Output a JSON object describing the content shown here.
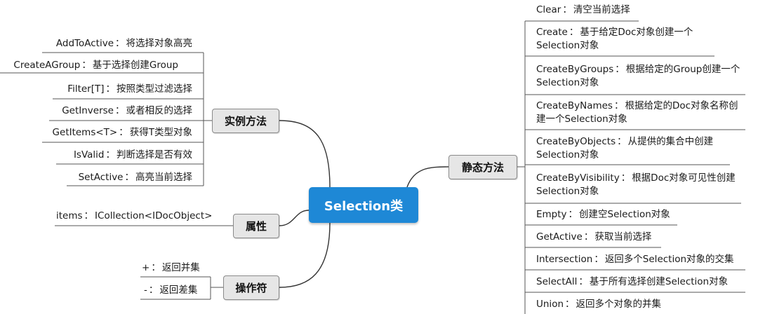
{
  "center": {
    "label": "Selection类"
  },
  "groups": {
    "instance_methods": {
      "label": "实例方法",
      "items": [
        {
          "name": "AddToActive",
          "desc": "将选择对象高亮"
        },
        {
          "name": "CreateAGroup",
          "desc": "基于选择创建Group"
        },
        {
          "name": "Filter[T]",
          "desc": "按照类型过滤选择"
        },
        {
          "name": "GetInverse",
          "desc": "或者相反的选择"
        },
        {
          "name": "GetItems<T>",
          "desc": "获得T类型对象"
        },
        {
          "name": "IsValid",
          "desc": "判断选择是否有效"
        },
        {
          "name": "SetActive",
          "desc": "高亮当前选择"
        }
      ]
    },
    "properties": {
      "label": "属性",
      "items": [
        {
          "name": "items",
          "desc": "ICollection<IDocObject>"
        }
      ]
    },
    "operators": {
      "label": "操作符",
      "items": [
        {
          "name": "+",
          "desc": "返回并集"
        },
        {
          "name": "-",
          "desc": "返回差集"
        }
      ]
    },
    "static_methods": {
      "label": "静态方法",
      "items": [
        {
          "name": "Clear",
          "desc": "清空当前选择"
        },
        {
          "name": "Create",
          "desc": "基于给定Doc对象创建一个Selection对象"
        },
        {
          "name": "CreateByGroups",
          "desc": "根据给定的Group创建一个Selection对象"
        },
        {
          "name": "CreateByNames",
          "desc": "根据给定的Doc对象名称创建一个Selection对象"
        },
        {
          "name": "CreateByObjects",
          "desc": "从提供的集合中创建Selection对象"
        },
        {
          "name": "CreateByVisibility",
          "desc": "根据Doc对象可见性创建Selection对象"
        },
        {
          "name": "Empty",
          "desc": "创建空Selection对象"
        },
        {
          "name": "GetActive",
          "desc": "获取当前选择"
        },
        {
          "name": "Intersection",
          "desc": "返回多个Selection对象的交集"
        },
        {
          "name": "SelectAll",
          "desc": "基于所有选择创建Selection对象"
        },
        {
          "name": "Union",
          "desc": "返回多个对象的并集"
        }
      ]
    }
  },
  "separator": "：",
  "colors": {
    "center": "#1e88d6",
    "group_fill": "#e6e6e6",
    "line": "#333333"
  }
}
